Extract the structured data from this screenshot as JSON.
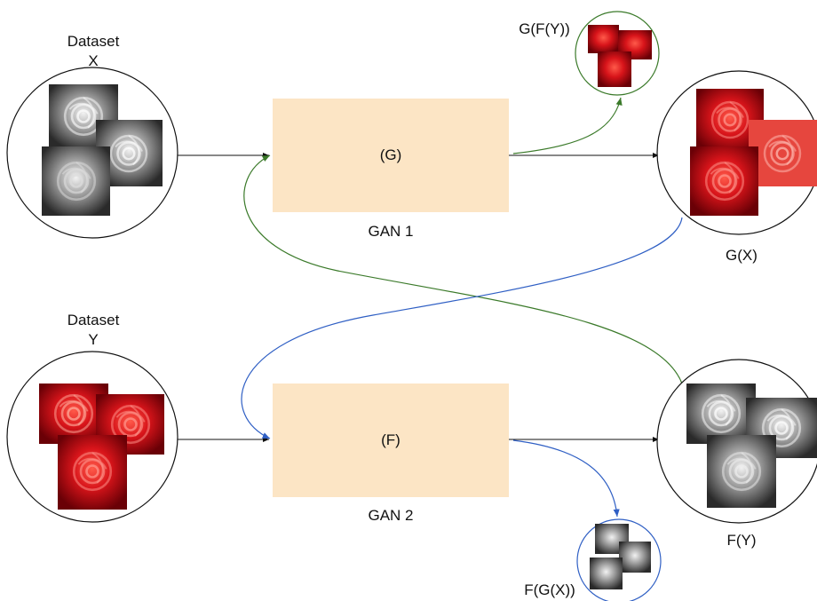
{
  "dataset_x": {
    "line1": "Dataset",
    "line2": "X"
  },
  "dataset_y": {
    "line1": "Dataset",
    "line2": "Y"
  },
  "gan1": {
    "box_label": "(G)",
    "caption": "GAN 1"
  },
  "gan2": {
    "box_label": "(F)",
    "caption": "GAN 2"
  },
  "outputs": {
    "gx": "G(X)",
    "fy": "F(Y)",
    "gfy": "G(F(Y))",
    "fgx": "F(G(X))"
  },
  "colors": {
    "box_fill": "#fce5c5",
    "green_arrow": "#3b7a2a",
    "blue_arrow": "#2f5fc4",
    "black_arrow": "#111111"
  },
  "images": {
    "dataset_x": [
      "grey-rose-icon",
      "grey-rose-icon",
      "grey-rose-icon"
    ],
    "dataset_y": [
      "red-rose-icon",
      "red-rose-icon",
      "red-rose-icon"
    ],
    "gx": [
      "red-rose-icon",
      "red-rose-icon",
      "red-rose-icon"
    ],
    "fy": [
      "grey-rose-icon",
      "grey-rose-icon",
      "grey-rose-icon"
    ],
    "gfy": [
      "red-rose-icon",
      "red-rose-icon",
      "red-rose-icon"
    ],
    "fgx": [
      "grey-rose-icon",
      "grey-rose-icon",
      "grey-rose-icon"
    ]
  }
}
